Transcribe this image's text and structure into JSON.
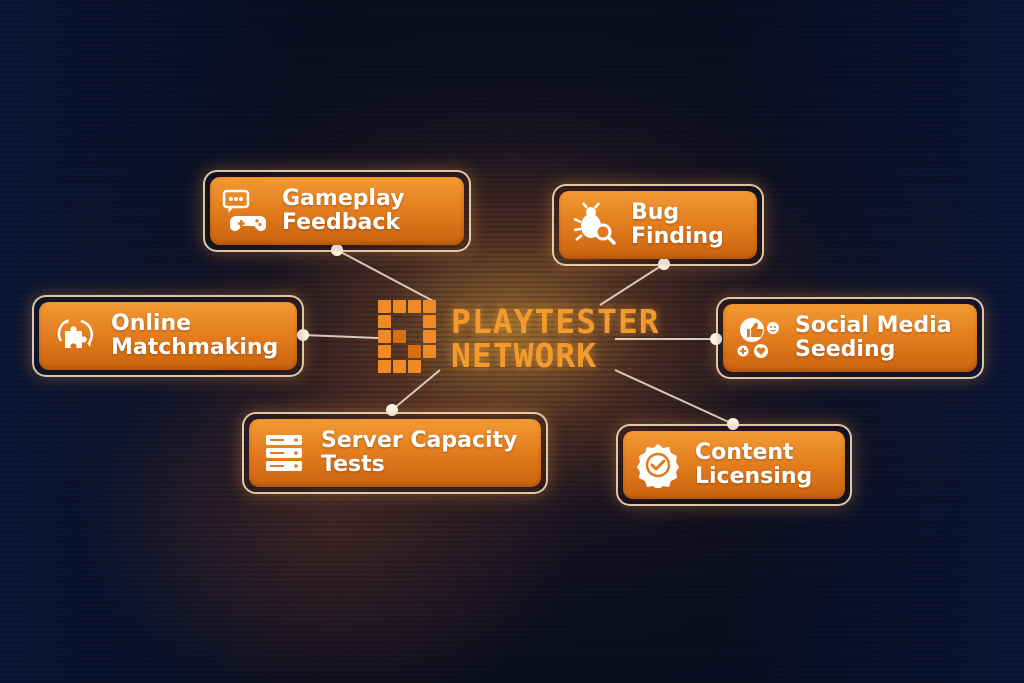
{
  "logo": {
    "line1": "PLAYTESTER",
    "line2": "NETWORK"
  },
  "colors": {
    "accent": "#f08a24",
    "background": "#0a0d1f",
    "line": "#e8dccb"
  },
  "nodes": [
    {
      "id": "gameplay-feedback",
      "label": "Gameplay\nFeedback",
      "icon": "chat-gamepad-icon"
    },
    {
      "id": "bug-finding",
      "label": "Bug\nFinding",
      "icon": "bug-search-icon"
    },
    {
      "id": "online-matchmaking",
      "label": "Online\nMatchmaking",
      "icon": "puzzle-arrows-icon"
    },
    {
      "id": "social-media-seeding",
      "label": "Social Media\nSeeding",
      "icon": "social-reactions-icon"
    },
    {
      "id": "server-capacity-tests",
      "label": "Server Capacity\nTests",
      "icon": "server-rack-icon"
    },
    {
      "id": "content-licensing",
      "label": "Content\nLicensing",
      "icon": "verified-badge-icon"
    }
  ]
}
